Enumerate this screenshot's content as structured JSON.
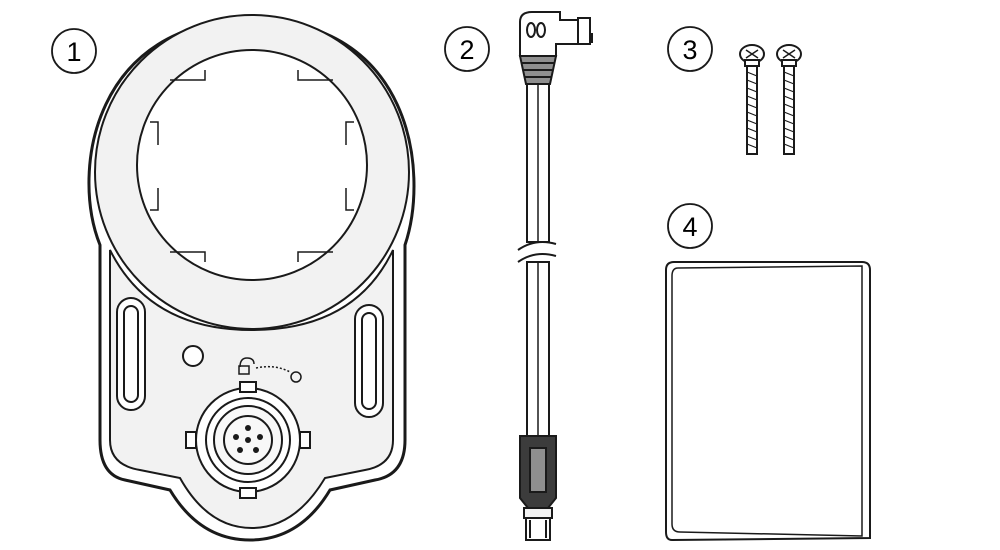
{
  "callouts": [
    {
      "label": "1"
    },
    {
      "label": "2"
    },
    {
      "label": "3"
    },
    {
      "label": "4"
    }
  ],
  "colors": {
    "stroke": "#1a1a1a",
    "body_fill": "#f2f2f2",
    "screen_fill": "#ffffff",
    "cable_grey": "#8f8f8f",
    "connector_dark": "#3c3c3c"
  },
  "items": [
    {
      "name": "display-mount-base",
      "icon": "mount-icon"
    },
    {
      "name": "cable",
      "icon": "cable-icon"
    },
    {
      "name": "screws",
      "icon": "screw-icon"
    },
    {
      "name": "manual",
      "icon": "booklet-icon"
    }
  ]
}
